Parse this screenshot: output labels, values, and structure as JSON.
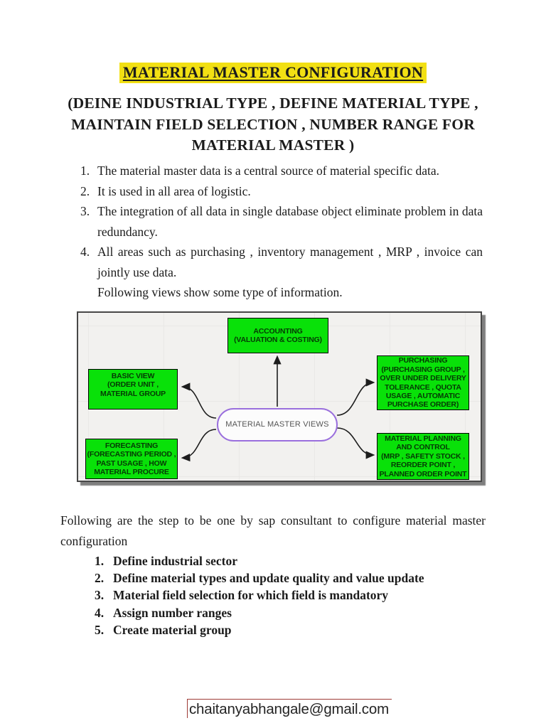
{
  "content": {
    "title": "MATERIAL MASTER CONFIGURATION",
    "subtitle": "(DEINE INDUSTRIAL TYPE , DEFINE MATERIAL TYPE ,\nMAINTAIN FIELD SELECTION ,  NUMBER RANGE FOR\nMATERIAL MASTER )",
    "intro_list": [
      {
        "num": "1.",
        "text": "The material master data is a central source of material specific data."
      },
      {
        "num": "2.",
        "text": "It is used in all area of logistic."
      },
      {
        "num": "3.",
        "text": "The integration of all data in single database object eliminate problem in data redundancy."
      },
      {
        "num": "4.",
        "text": "All areas such as purchasing , inventory management , MRP , invoice can jointly use data."
      }
    ],
    "views_caption": "Following views show some type of information.",
    "steps_intro": "Following are the step to be one by sap consultant to configure material master configuration",
    "steps_list": [
      {
        "num": "1.",
        "text": "Define industrial sector"
      },
      {
        "num": "2.",
        "text": "Define material types and update quality and value update"
      },
      {
        "num": "3.",
        "text": "Material field selection for which field is mandatory"
      },
      {
        "num": "4.",
        "text": "Assign number ranges"
      },
      {
        "num": "5.",
        "text": "Create material group"
      }
    ],
    "footer_email": "chaitanyabhangale@gmail.com"
  },
  "diagram": {
    "center_label": "MATERIAL MASTER VIEWS",
    "nodes": {
      "accounting": "ACCOUNTING\n(VALUATION & COSTING)",
      "basic_view": "BASIC VIEW\n(ORDER UNIT ,\nMATERIAL GROUP",
      "forecasting": "FORECASTING\n(FORECASTING PERIOD ,\nPAST USAGE , HOW\nMATERIAL PROCURE",
      "purchasing": "PURCHASING\n(PURCHASING GROUP ,\nOVER UNDER DELIVERY\nTOLERANCE , QUOTA\nUSAGE , AUTOMATIC\nPURCHASE ORDER)",
      "material_planning": "MATERIAL PLANNING\nAND CONTROL\n(MRP , SAFETY STOCK ,\nREORDER POINT ,\nPLANNED ORDER POINT"
    },
    "colors": {
      "node_fill": "#09e109",
      "center_border": "#9a6fdd",
      "title_highlight": "#f2e013",
      "footer_border": "#9e3a35"
    }
  }
}
